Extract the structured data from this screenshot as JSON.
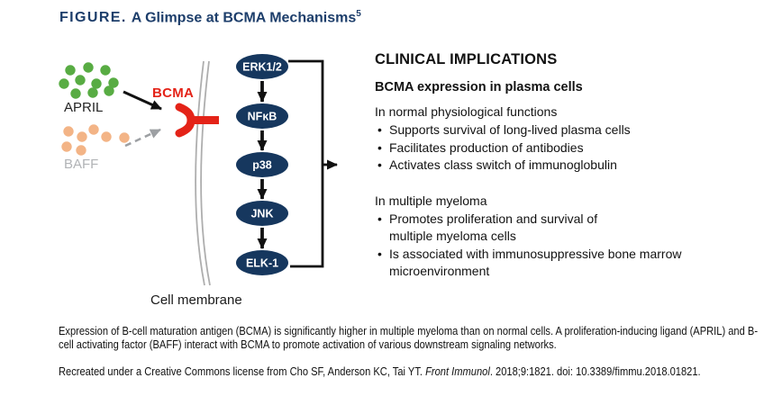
{
  "title": {
    "label": "FIGURE.",
    "text": "A Glimpse at BCMA Mechanisms",
    "superscript": "5"
  },
  "diagram": {
    "april_label": "APRIL",
    "baff_label": "BAFF",
    "bcma_label": "BCMA",
    "membrane_label": "Cell membrane",
    "nodes": [
      "ERK1/2",
      "NFκB",
      "p38",
      "JNK",
      "ELK-1"
    ]
  },
  "clinical": {
    "heading": "CLINICAL IMPLICATIONS",
    "subheading": "BCMA expression in plasma cells",
    "normal": {
      "title": "In normal physiological functions",
      "bullets": [
        "Supports survival of long-lived plasma cells",
        "Facilitates production of antibodies",
        "Activates class switch of immunoglobulin"
      ]
    },
    "myeloma": {
      "title": "In multiple myeloma",
      "bullets": [
        [
          "Promotes proliferation and survival of",
          "multiple myeloma cells"
        ],
        [
          "Is associated with immunosuppressive bone marrow",
          "microenvironment"
        ]
      ]
    }
  },
  "caption": "Expression of B-cell maturation antigen (BCMA) is significantly higher in multiple myeloma than on normal cells. A proliferation-inducing ligand (APRIL) and B-cell activating factor (BAFF) interact with BCMA to promote activation of various downstream signaling networks.",
  "credit": {
    "prefix": "Recreated under a Creative Commons license from Cho SF, Anderson KC, Tai YT. ",
    "journal": "Front Immunol",
    "suffix": ". 2018;9:1821. doi: 10.3389/fimmu.2018.01821."
  },
  "colors": {
    "title_navy": "#1d3e6b",
    "node_navy": "#16375e",
    "red": "#e42318",
    "april_green": "#58ac43",
    "baff_orange": "#f3b486",
    "membrane_gray": "#aeaeae",
    "arrow_gray": "#9da0a3",
    "baff_label_gray": "#b1b3b6",
    "text_black": "#111111"
  }
}
